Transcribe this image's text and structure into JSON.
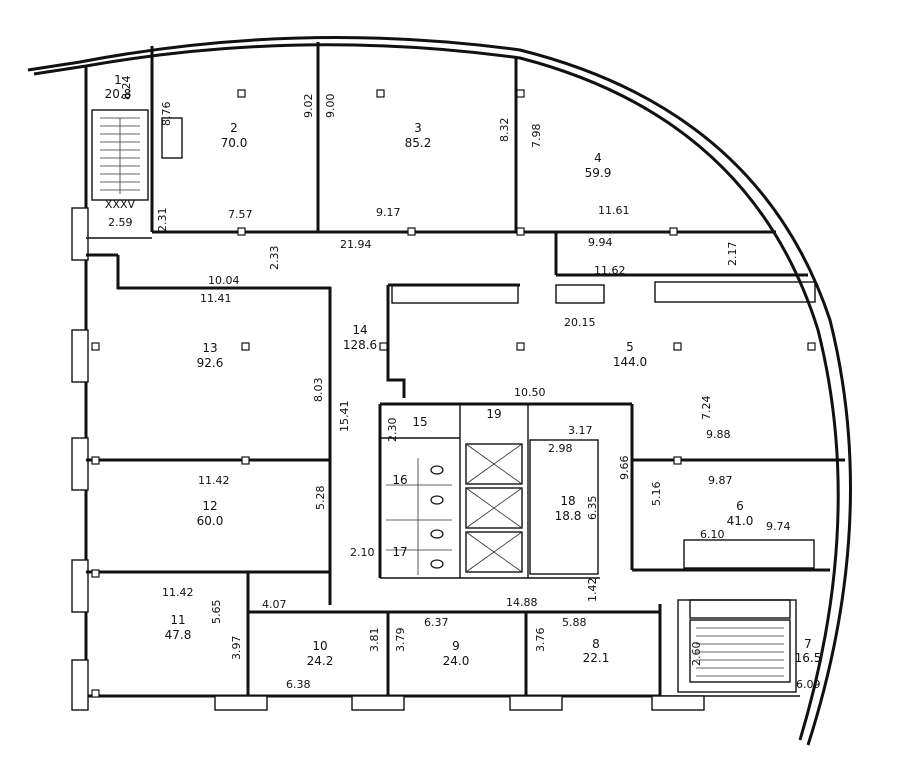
{
  "rooms": [
    {
      "num": "1",
      "area": "20.8"
    },
    {
      "num": "2",
      "area": "70.0"
    },
    {
      "num": "3",
      "area": "85.2"
    },
    {
      "num": "4",
      "area": "59.9"
    },
    {
      "num": "5",
      "area": "144.0"
    },
    {
      "num": "6",
      "area": "41.0"
    },
    {
      "num": "7",
      "area": "16.5"
    },
    {
      "num": "8",
      "area": "22.1"
    },
    {
      "num": "9",
      "area": "24.0"
    },
    {
      "num": "10",
      "area": "24.2"
    },
    {
      "num": "11",
      "area": "47.8"
    },
    {
      "num": "12",
      "area": "60.0"
    },
    {
      "num": "13",
      "area": "92.6"
    },
    {
      "num": "14",
      "area": "128.6"
    },
    {
      "num": "15",
      "area": ""
    },
    {
      "num": "16",
      "area": ""
    },
    {
      "num": "17",
      "area": ""
    },
    {
      "num": "18",
      "area": "18.8"
    },
    {
      "num": "19",
      "area": ""
    }
  ],
  "stair_label": "XXXV",
  "dimensions": [
    "8.24",
    "2.59",
    "2.31",
    "8.76",
    "7.57",
    "9.02",
    "9.00",
    "9.17",
    "8.32",
    "7.98",
    "11.61",
    "9.94",
    "2.17",
    "11.62",
    "20.15",
    "2.33",
    "21.94",
    "10.04",
    "11.41",
    "8.03",
    "15.41",
    "10.50",
    "2.30",
    "3.17",
    "2.98",
    "6.35",
    "9.66",
    "5.16",
    "7.24",
    "9.88",
    "9.87",
    "9.74",
    "6.10",
    "11.42",
    "5.28",
    "2.10",
    "1.42",
    "11.42",
    "5.65",
    "4.07",
    "3.97",
    "3.81",
    "3.79",
    "6.37",
    "14.88",
    "5.88",
    "3.76",
    "6.38",
    "2.60",
    "6.09"
  ]
}
